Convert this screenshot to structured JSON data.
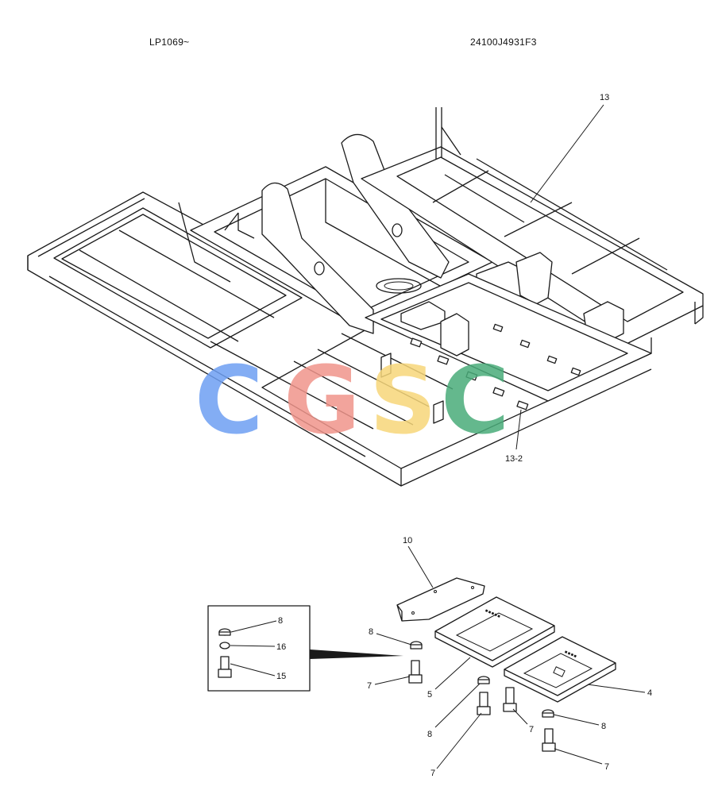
{
  "header": {
    "model_range": "LP1069~",
    "part_number": "24100J4931F3"
  },
  "watermark": {
    "letters": [
      {
        "char": "C",
        "color": "#6e9ff3"
      },
      {
        "char": "G",
        "color": "#f0958b"
      },
      {
        "char": "S",
        "color": "#f7d77a"
      },
      {
        "char": "C",
        "color": "#4aac7a"
      }
    ]
  },
  "callouts": {
    "frame": "13",
    "frame_sub": "13-2",
    "cover_top": "10",
    "plate_mid": "5",
    "plate_right": "4",
    "inset_washer": "8",
    "inset_lockwasher": "16",
    "inset_bolt": "15",
    "washer_a": "8",
    "washer_b": "8",
    "washer_c": "8",
    "bolt_a": "7",
    "bolt_b": "7",
    "bolt_c": "7",
    "bolt_d": "7"
  }
}
